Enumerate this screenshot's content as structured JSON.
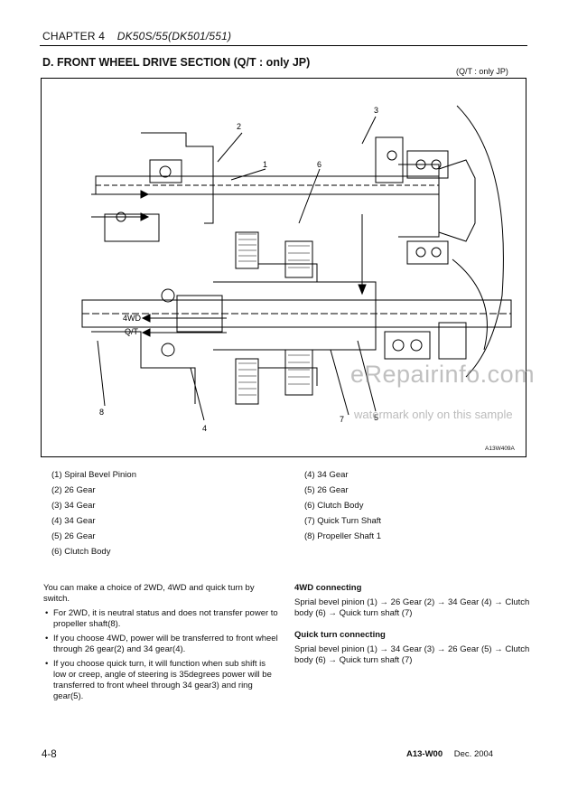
{
  "header": {
    "chapter": "CHAPTER 4",
    "model": "DK50S/55(DK501/551)"
  },
  "section": {
    "title": "D. FRONT WHEEL DRIVE SECTION (Q/T : only JP)",
    "note": "(Q/T : only JP)"
  },
  "figure": {
    "code": "A13W409A",
    "callouts": [
      "1",
      "2",
      "3",
      "4",
      "5",
      "6",
      "7",
      "8"
    ],
    "mode_4wd": "4WD",
    "mode_qt": "Q/T"
  },
  "legend": {
    "left": [
      "(1)  Spiral Bevel Pinion",
      "(2)  26 Gear",
      "(3)  34 Gear",
      "(4)  34 Gear",
      "(5)  26 Gear",
      "(6)  Clutch Body"
    ],
    "right": [
      "(4)  34 Gear",
      "(5)  26 Gear",
      "(6)  Clutch Body",
      "(7)  Quick Turn Shaft",
      "(8)  Propeller Shaft 1"
    ]
  },
  "body": {
    "intro": "You can make a choice of 2WD, 4WD and quick turn by switch.",
    "bullets": [
      "For 2WD, it is neutral status and does not transfer power to propeller shaft(8).",
      "If you choose 4WD, power will be transferred to front wheel through 26 gear(2) and 34 gear(4).",
      "If you choose quick turn, it will function when sub shift is low or creep, angle of steering is 35degrees power will be transferred to front wheel through 34 gear3) and ring gear(5)."
    ],
    "connect_4wd_title": "4WD connecting",
    "connect_4wd_text": "Sprial bevel pinion (1) → 26 Gear (2) → 34 Gear (4) → Clutch body (6) → Quick turn shaft (7)",
    "quick_turn_title": "Quick turn connecting",
    "quick_turn_text": "Sprial bevel pinion (1) → 34 Gear (3) → 26 Gear (5) → Clutch body (6) → Quick turn shaft (7)"
  },
  "footer": {
    "page": "4-8",
    "code": "A13-W00",
    "date": "Dec. 2004"
  },
  "watermark": {
    "site": "eRepairinfo.com",
    "note": "watermark only on this sample"
  }
}
